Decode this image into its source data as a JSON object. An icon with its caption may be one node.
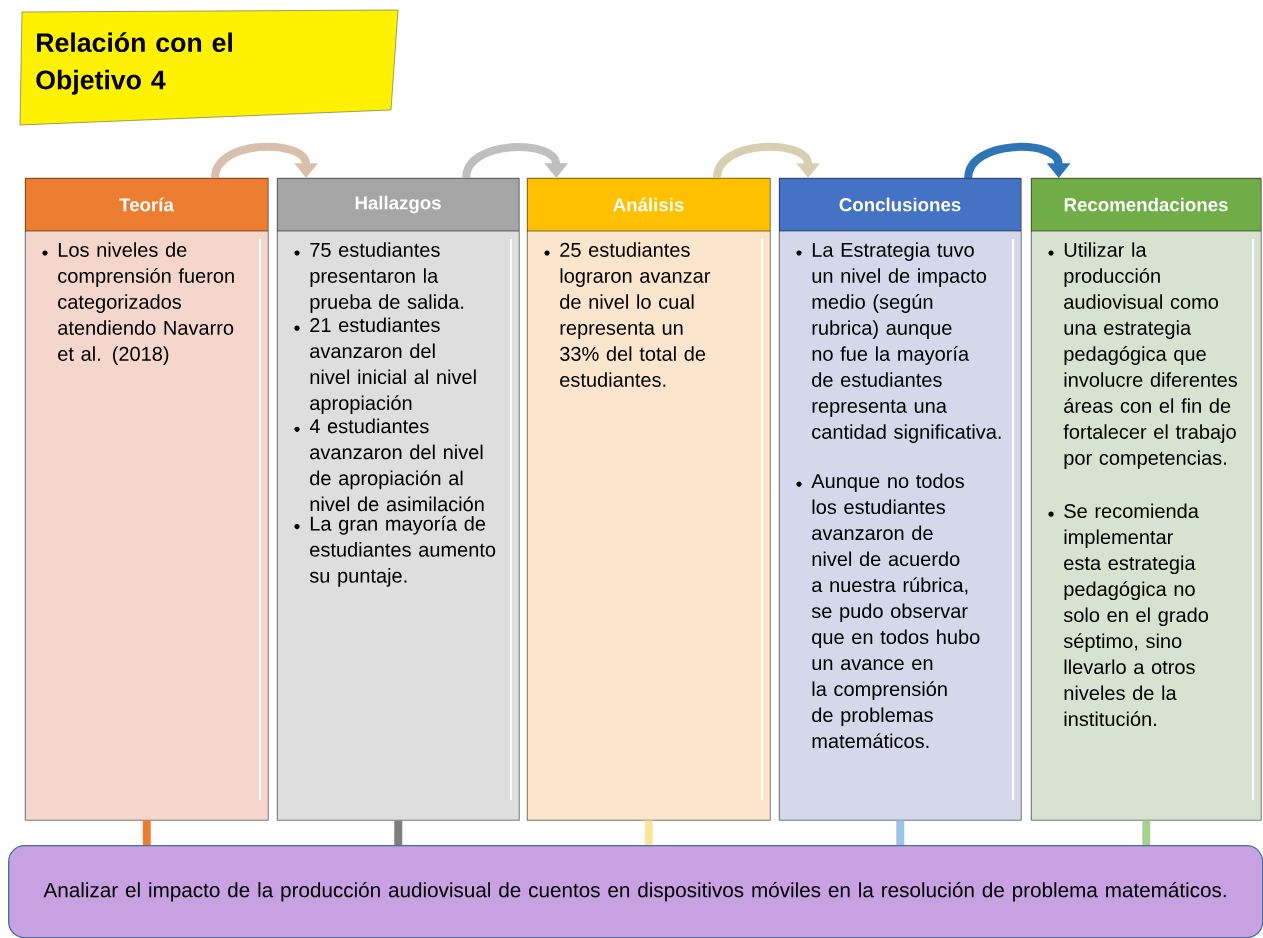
{
  "diagram": {
    "nodes": [
      {
        "text": [
          "Relación con el Objetivo 4"
        ]
      },
      {
        "text": [
          "Teoría",
          "Los niveles de comprensión fueron categorizados atendiendo Navarro et al. (2018)"
        ]
      },
      {
        "text": [
          "Hallazgos",
          "75 estudiantes presentaron la prueba de salida.",
          "21 estudiantes avanzaron del nivel inicial al nivel apropiación",
          "4 estudiantes avanzaron del nivel de apropiación al nivel de asimilación",
          "La gran mayoría de estudiantes aumento su puntaje."
        ]
      },
      {
        "text": [
          "Análisis",
          "25 estudiantes lograron avanzar de nivel lo cual representa un 33% del total de estudiantes."
        ]
      },
      {
        "text": [
          "Conclusiones",
          "La Estrategia tuvo un nivel de impacto medio (según rubrica) aunque no fue la mayoría de estudiantes representa una cantidad significativa.",
          "Aunque no todos los estudiantes avanzaron de nivel de acuerdo a nuestra rúbrica, se pudo observar que en todos hubo un avance en la comprensión de problemas matemáticos."
        ]
      },
      {
        "text": [
          "Recomendaciones",
          "Utilizar la producción audiovisual como una estrategia pedagógica que involucre diferentes áreas con el fin de fortalecer el trabajo por competencias.",
          "Se recomienda implementar esta estrategia pedagógica no solo en el grado séptimo, sino llevarlo a otros niveles de la institución."
        ]
      },
      {
        "text": [
          "Analizar el impacto de la producción audiovisual de cuentos en dispositivos móviles en la resolución de problema matemáticos."
        ]
      }
    ],
    "edges": [
      {
        "from": 1,
        "to": 2,
        "arrow": "to",
        "color": "#d9bfae"
      },
      {
        "from": 2,
        "to": 3,
        "arrow": "to",
        "color": "#bfbfbf"
      },
      {
        "from": 3,
        "to": 4,
        "arrow": "to",
        "color": "#d6cfb0"
      },
      {
        "from": 4,
        "to": 5,
        "arrow": "to",
        "color": "#2e75b6"
      },
      {
        "from": 1,
        "to": 6,
        "arrow": "none",
        "color": "#ed7d31"
      },
      {
        "from": 2,
        "to": 6,
        "arrow": "none",
        "color": "#7f7f7f"
      },
      {
        "from": 3,
        "to": 6,
        "arrow": "none",
        "color": "#ffe699"
      },
      {
        "from": 4,
        "to": 6,
        "arrow": "none",
        "color": "#9dc3e6"
      },
      {
        "from": 5,
        "to": 6,
        "arrow": "none",
        "color": "#a9d18e"
      }
    ]
  }
}
